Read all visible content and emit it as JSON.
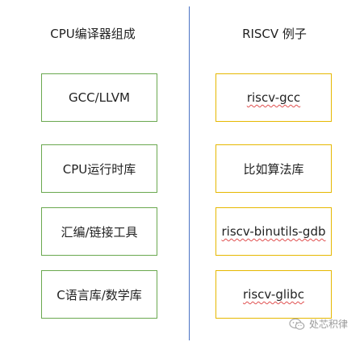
{
  "left_column": {
    "title": "CPU编译器组成",
    "items": [
      {
        "label": "GCC/LLVM"
      },
      {
        "label": "CPU运行时库"
      },
      {
        "label": "汇编/链接工具"
      },
      {
        "label": "C语言库/数学库"
      }
    ]
  },
  "right_column": {
    "title": "RISCV 例子",
    "items": [
      {
        "label": "riscv-gcc"
      },
      {
        "label": "比如算法库"
      },
      {
        "label": "riscv-binutils-gdb"
      },
      {
        "label": "riscv-glibc"
      }
    ]
  },
  "watermark": {
    "text": "处芯积律",
    "icon": "wechat-icon"
  },
  "colors": {
    "left_box_border": "#6aa84f",
    "right_box_border": "#e6b800",
    "divider": "#4a72c4",
    "spellcheck_underline": "#e05050"
  }
}
